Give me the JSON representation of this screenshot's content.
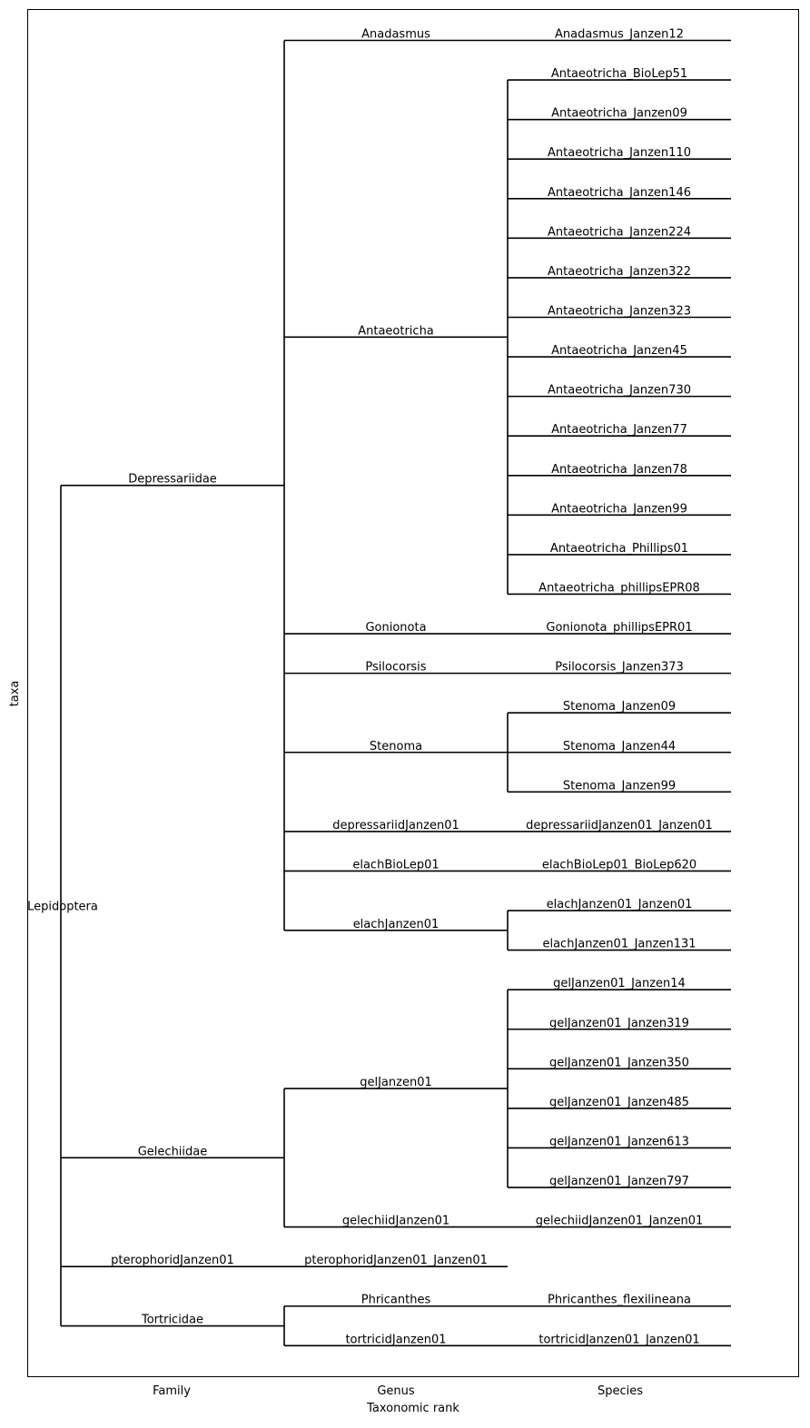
{
  "diagram": {
    "root": "Lepidoptera",
    "y_axis_label": "taxa",
    "x_axis_label": "Taxonomic rank",
    "rank_labels": [
      "Family",
      "Genus",
      "Species"
    ],
    "families": [
      {
        "name": "Depressariidae",
        "genera": [
          {
            "name": "Anadasmus",
            "species": [
              "Anadasmus_Janzen12"
            ]
          },
          {
            "name": "Antaeotricha",
            "species": [
              "Antaeotricha_BioLep51",
              "Antaeotricha_Janzen09",
              "Antaeotricha_Janzen110",
              "Antaeotricha_Janzen146",
              "Antaeotricha_Janzen224",
              "Antaeotricha_Janzen322",
              "Antaeotricha_Janzen323",
              "Antaeotricha_Janzen45",
              "Antaeotricha_Janzen730",
              "Antaeotricha_Janzen77",
              "Antaeotricha_Janzen78",
              "Antaeotricha_Janzen99",
              "Antaeotricha_Phillips01",
              "Antaeotricha_phillipsEPR08"
            ]
          },
          {
            "name": "Gonionota",
            "species": [
              "Gonionota_phillipsEPR01"
            ]
          },
          {
            "name": "Psilocorsis",
            "species": [
              "Psilocorsis_Janzen373"
            ]
          },
          {
            "name": "Stenoma",
            "species": [
              "Stenoma_Janzen09",
              "Stenoma_Janzen44",
              "Stenoma_Janzen99"
            ]
          },
          {
            "name": "depressariidJanzen01",
            "species": [
              "depressariidJanzen01_Janzen01"
            ]
          },
          {
            "name": "elachBioLep01",
            "species": [
              "elachBioLep01_BioLep620"
            ]
          },
          {
            "name": "elachJanzen01",
            "species": [
              "elachJanzen01_Janzen01",
              "elachJanzen01_Janzen131"
            ]
          }
        ]
      },
      {
        "name": "Gelechiidae",
        "genera": [
          {
            "name": "gelJanzen01",
            "species": [
              "gelJanzen01_Janzen14",
              "gelJanzen01_Janzen319",
              "gelJanzen01_Janzen350",
              "gelJanzen01_Janzen485",
              "gelJanzen01_Janzen613",
              "gelJanzen01_Janzen797"
            ]
          },
          {
            "name": "gelechiidJanzen01",
            "species": [
              "gelechiidJanzen01_Janzen01"
            ]
          }
        ]
      },
      {
        "name": "pterophoridJanzen01",
        "leaf_at_genus": "pterophoridJanzen01_Janzen01",
        "genera": []
      },
      {
        "name": "Tortricidae",
        "genera": [
          {
            "name": "Phricanthes",
            "species": [
              "Phricanthes_flexilineana"
            ]
          },
          {
            "name": "tortricidJanzen01",
            "species": [
              "tortricidJanzen01_Janzen01"
            ]
          }
        ]
      }
    ]
  }
}
